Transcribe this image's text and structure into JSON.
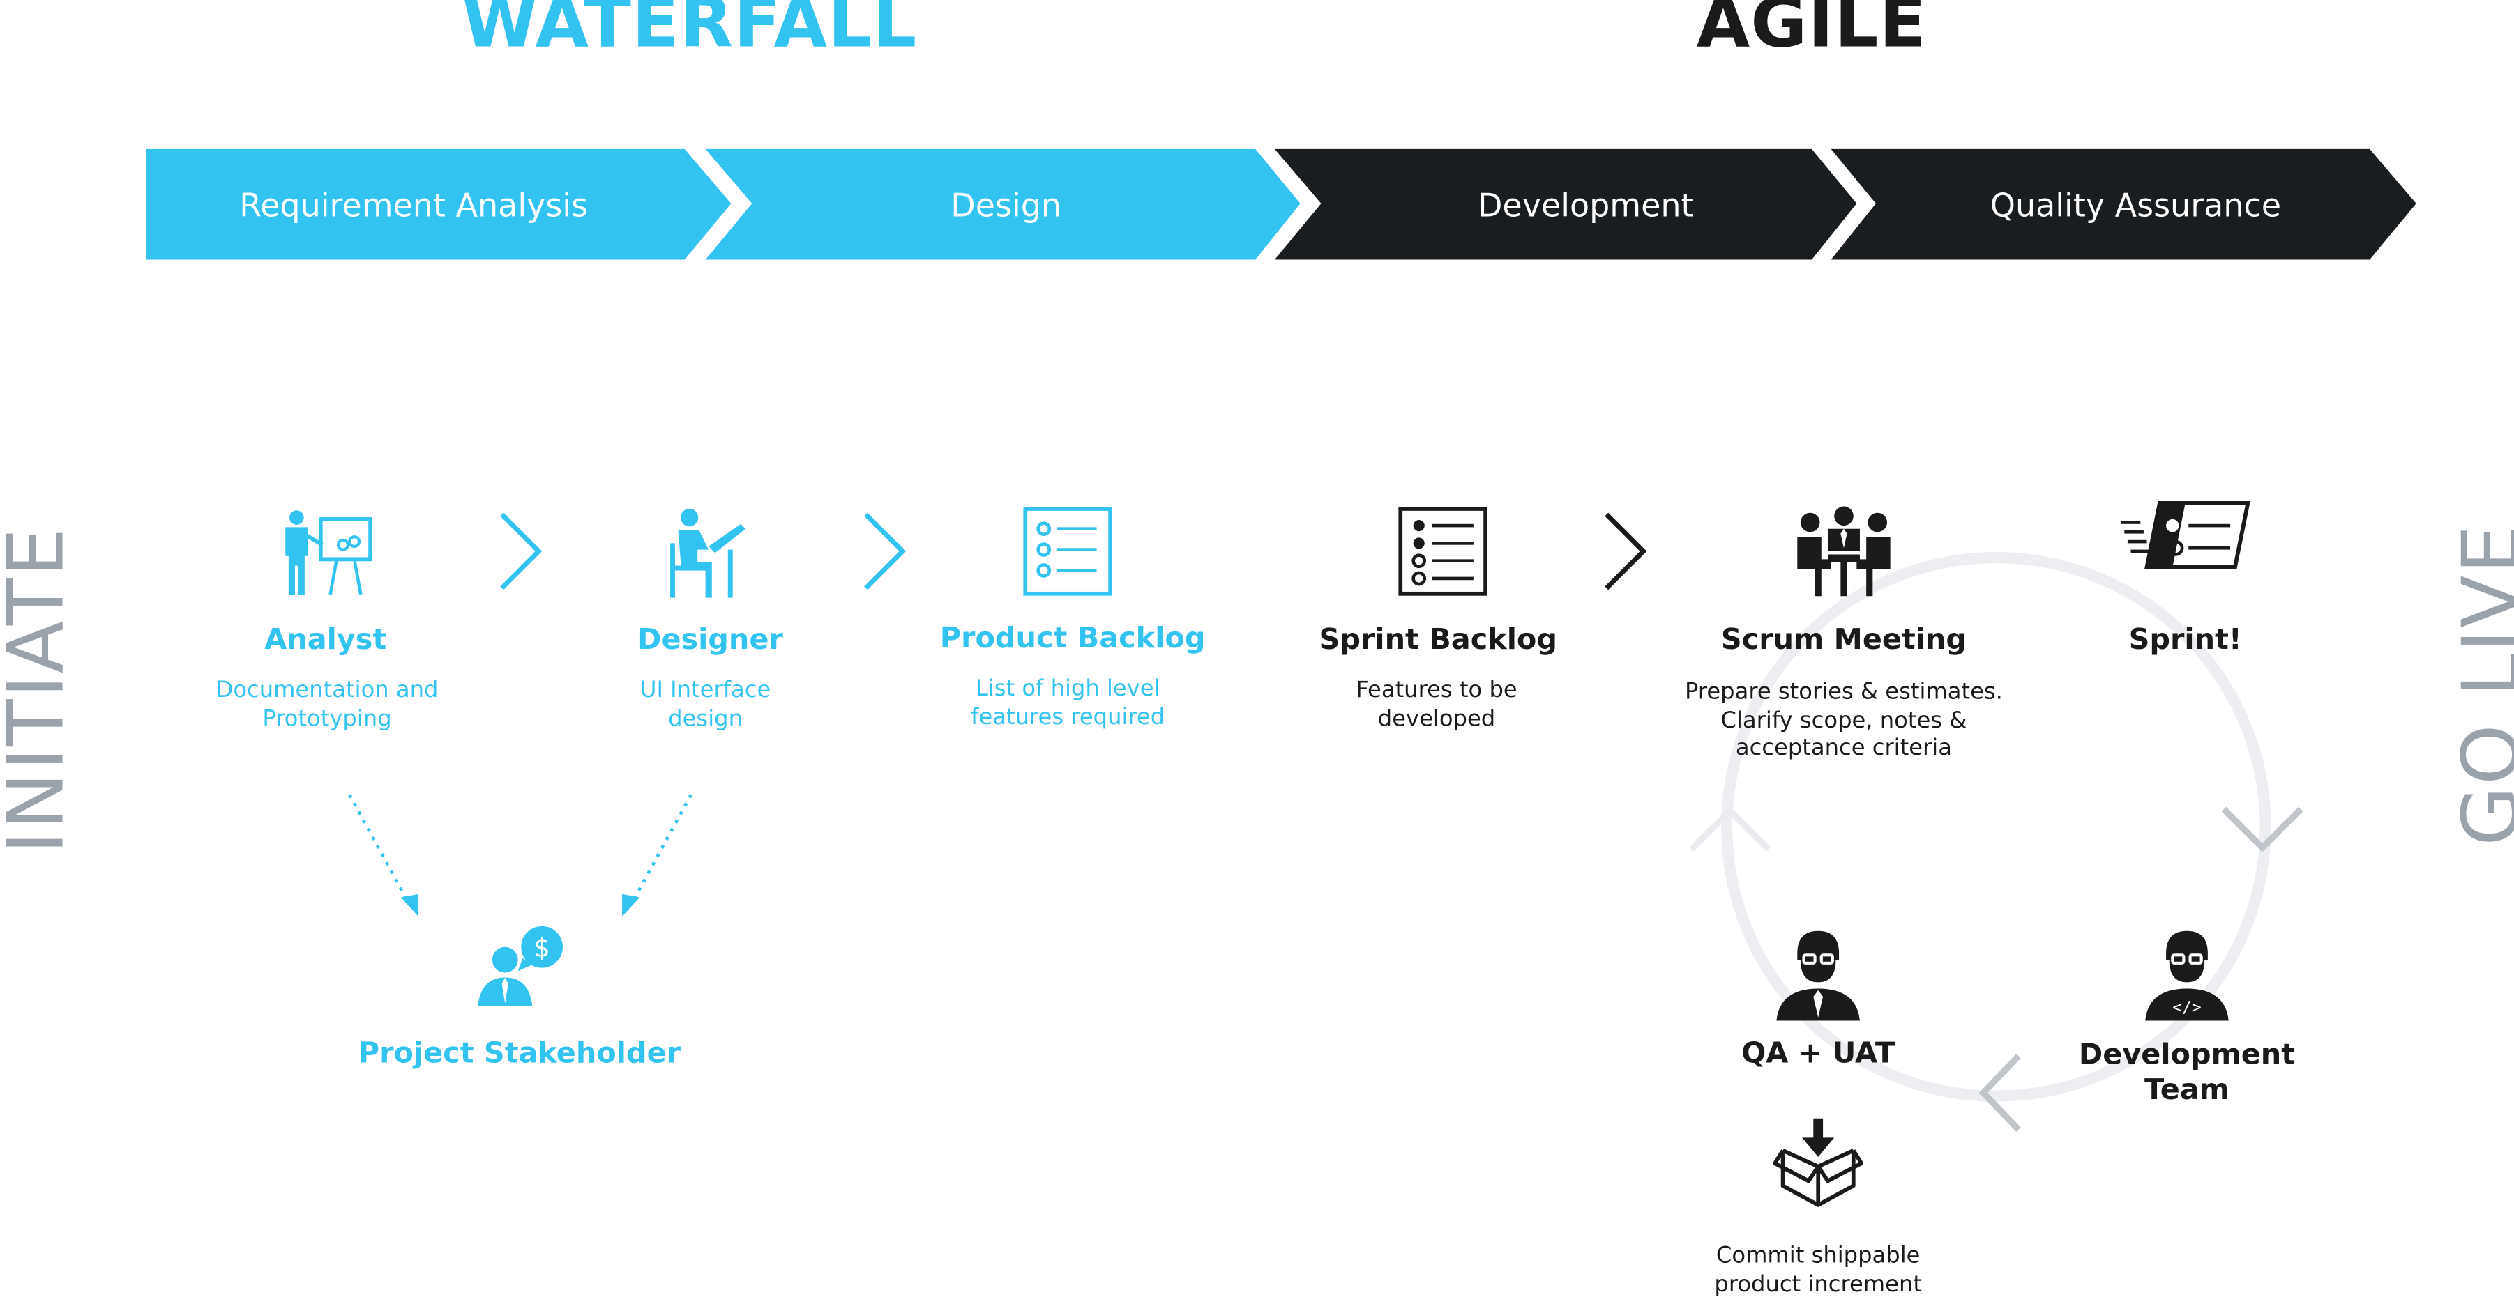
{
  "headings": {
    "waterfall": "WATERFALL",
    "agile": "AGILE"
  },
  "side_labels": {
    "left": "INITIATE",
    "right": "GO LIVE"
  },
  "phases": [
    {
      "label": "Requirement Analysis"
    },
    {
      "label": "Design"
    },
    {
      "label": "Development"
    },
    {
      "label": "Quality Assurance"
    }
  ],
  "waterfall": {
    "analyst": {
      "title": "Analyst",
      "desc": "Documentation and Prototyping",
      "icon": "presenter-icon"
    },
    "designer": {
      "title": "Designer",
      "desc": "UI Interface design",
      "icon": "designer-desk-icon"
    },
    "product_backlog": {
      "title": "Product Backlog",
      "desc": "List of high level features required",
      "icon": "checklist-icon"
    },
    "stakeholder": {
      "title": "Project Stakeholder",
      "icon": "stakeholder-money-icon"
    }
  },
  "agile": {
    "sprint_backlog": {
      "title": "Sprint Backlog",
      "desc": "Features to be developed",
      "icon": "list-icon"
    },
    "scrum_meeting": {
      "title": "Scrum Meeting",
      "desc": "Prepare stories & estimates. Clarify scope, notes & acceptance criteria",
      "icon": "meeting-icon"
    },
    "sprint": {
      "title": "Sprint!",
      "icon": "fast-card-icon"
    },
    "dev_team": {
      "title": "Development Team",
      "icon": "developer-icon"
    },
    "qa_uat": {
      "title": "QA + UAT",
      "icon": "tester-icon"
    },
    "commit": {
      "desc": "Commit shippable product increment",
      "icon": "box-download-icon"
    }
  },
  "colors": {
    "cyan": "#33c3f0",
    "dark": "#1a1a1a",
    "gray": "#9aa3ab",
    "cycle": "#eceef1"
  }
}
